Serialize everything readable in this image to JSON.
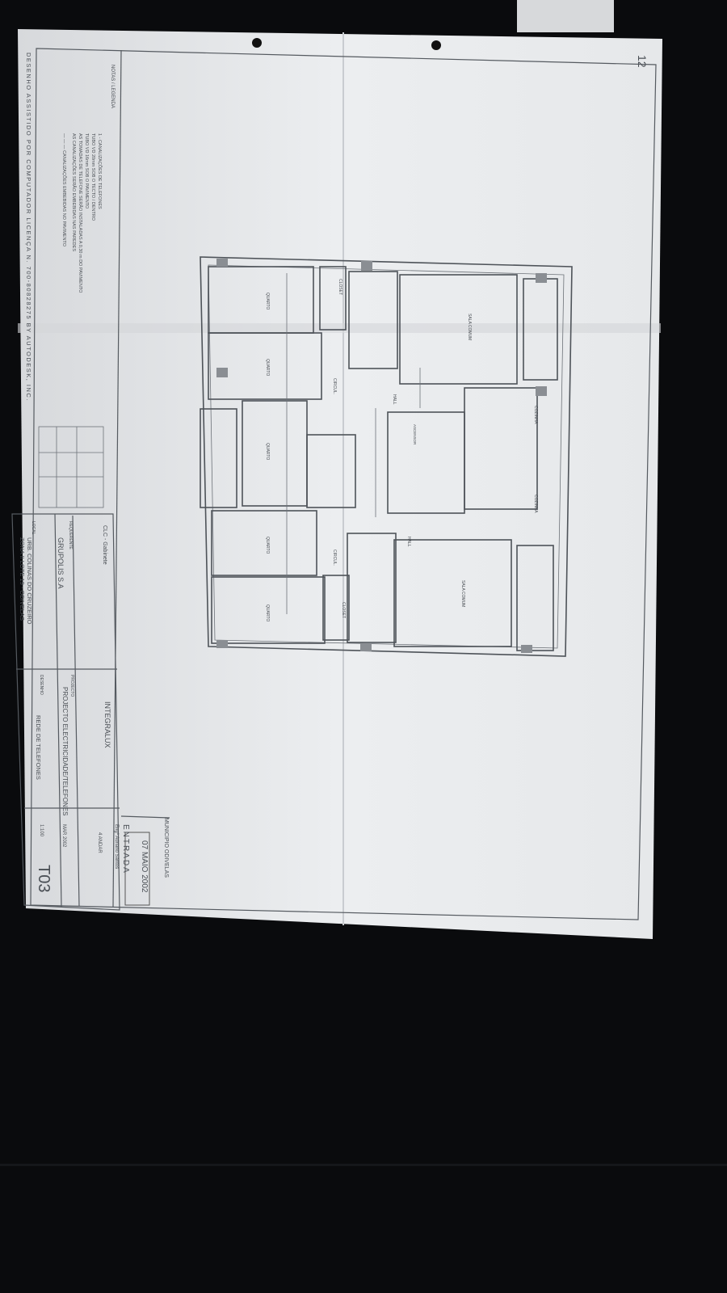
{
  "sheet": {
    "notes_title": "NOTAS / LEGENDA",
    "notes": [
      "1 - CANALIZAÇÕES DE TELEFONES",
      "TUBO VD 20mm SOB O TECTO / DENTRO",
      "TUBO VD 16mm SOB O PAVIMENTO",
      "AS TOMADAS DE TELEFONE SERÃO INSTALADAS A 0,30 m DO PAVIMENTO",
      "AS CANALIZAÇÕES SERÃO EMBEBIDAS NAS PAREDES",
      "— — — CANALIZAÇÕES EMBEBIDAS NO PAVIMENTO"
    ],
    "cad_notice": "DESENHO ASSISTIDO POR COMPUTADOR LICENÇA N. 700-80828275 BY AUTODESK, INC.",
    "corner_mark": "12"
  },
  "plan": {
    "rooms": {
      "quarto": "QUARTO",
      "closet": "CLOSET",
      "sala_comum": "SALA COMUM",
      "hall": "HALL",
      "circul": "CIRCUL.",
      "cozinha": "COZINHA",
      "ascensor": "ASCENSOR"
    }
  },
  "title_block": {
    "owner_label": "REQUERENTE",
    "owner": "GRUPOLIS S.A",
    "site_label": "LOCAL",
    "site_line1": "URB. COLINAS DO CRUZEIRO",
    "site_line2": "ZONA II LOTE 19 - ODIVELAS",
    "architect": "CLC - Gabinete",
    "project_label": "PROJECTO",
    "project": "PROJECTO ELECTRICIDADE/TELEFONES",
    "drawing_label": "DESENHO",
    "drawing": "REDE DE TELEFONES",
    "firm": "INTEGRALUX",
    "engineer": "Engº Adriano Santos",
    "floor": "4 ANDAR",
    "date": "MAR 2002",
    "scale": "1:100",
    "sheet_code": "T03",
    "stamp_municipality": "MUNICIPIO ODIVELAS",
    "stamp_date": "07 MAIO 2002",
    "stamp_word": "ENTRADA"
  }
}
